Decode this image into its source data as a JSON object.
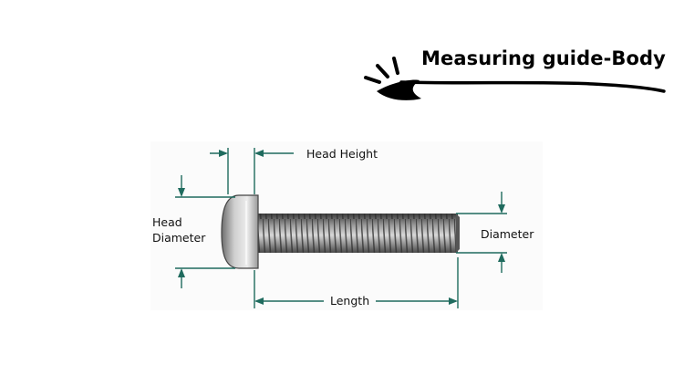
{
  "header": {
    "title": "Measuring guide-Body"
  },
  "labels": {
    "head_height": "Head Height",
    "head_diameter_line1": "Head",
    "head_diameter_line2": "Diameter",
    "diameter": "Diameter",
    "length": "Length"
  },
  "colors": {
    "dimension_teal": "#1f6b5e",
    "ink": "#000000",
    "screw_gray": "#8a8a8a"
  },
  "icons": [
    "sparkle-arrow-icon"
  ]
}
